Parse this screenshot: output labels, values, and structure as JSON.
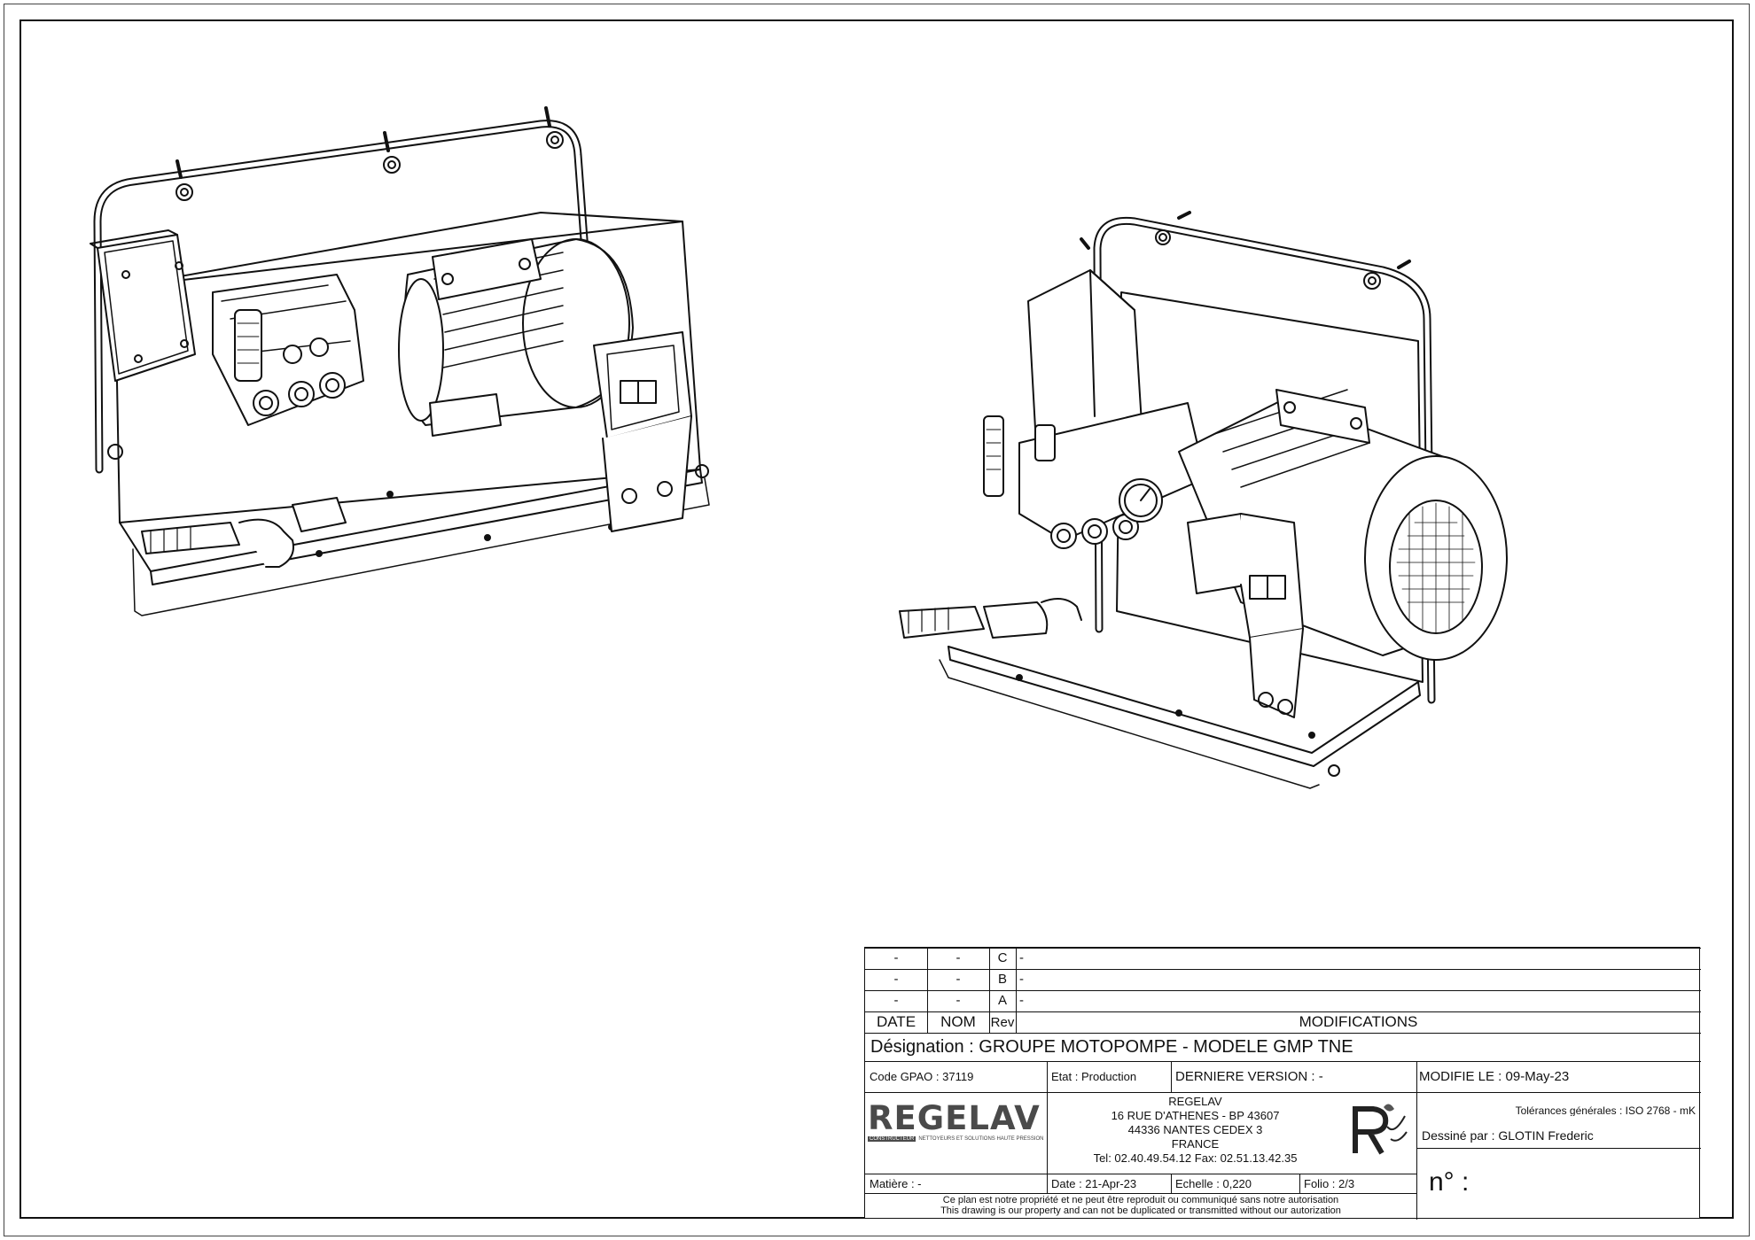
{
  "revisions": [
    {
      "date": "-",
      "nom": "-",
      "rev": "C",
      "mod": "-"
    },
    {
      "date": "-",
      "nom": "-",
      "rev": "B",
      "mod": "-"
    },
    {
      "date": "-",
      "nom": "-",
      "rev": "A",
      "mod": "-"
    }
  ],
  "headers": {
    "date": "DATE",
    "nom": "NOM",
    "rev": "Rev",
    "modifications": "MODIFICATIONS"
  },
  "designation": "Désignation : GROUPE MOTOPOMPE - MODELE GMP TNE",
  "code_gpao": "Code GPAO : 37119",
  "etat": "Etat : Production",
  "derniere_version": "DERNIERE VERSION : -",
  "modifie_le": "MODIFIE LE : 09-May-23",
  "company": {
    "logo_word": "REGELAV",
    "logo_badge": "CONSTRUCTEUR",
    "logo_tagline": "NETTOYEURS ET SOLUTIONS HAUTE PRESSION",
    "name": "REGELAV",
    "address1": "16 RUE D'ATHENES - BP 43607",
    "address2": "44336 NANTES CEDEX 3",
    "country": "FRANCE",
    "tel": "Tel:   02.40.49.54.12   Fax:   02.51.13.42.35"
  },
  "tolerances": "Tolérances générales : ISO 2768 - mK",
  "dessine_par": "Dessiné par : GLOTIN Frederic",
  "matiere": "Matière : -",
  "date": "Date : 21-Apr-23",
  "echelle": "Echelle : 0,220",
  "folio": "Folio : 2/3",
  "numero": "n° :",
  "notice_fr": "Ce plan est notre propriété et ne peut être reproduit ou communiqué sans notre autorisation",
  "notice_en": "This drawing is our property and can not be duplicated or transmitted without our autorization"
}
